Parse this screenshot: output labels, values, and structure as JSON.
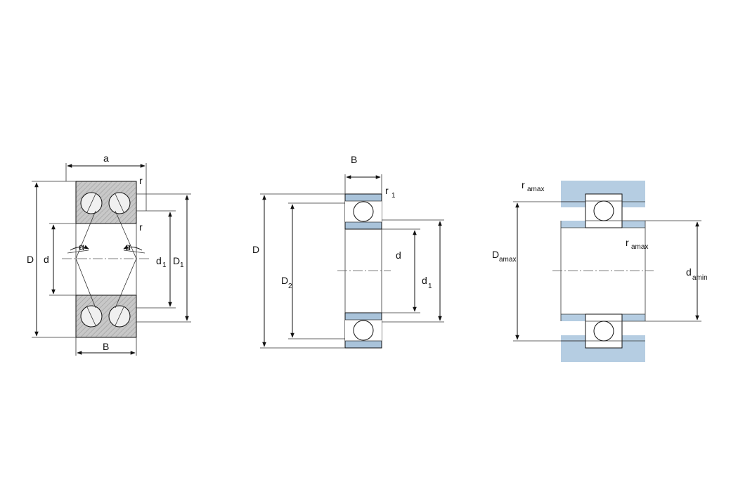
{
  "figure1": {
    "a": "a",
    "r_top": "r",
    "r_mid": "r",
    "alpha_left": "α",
    "alpha_right": "α",
    "D": "D",
    "d": "d",
    "d1": "d",
    "d1_sub": "1",
    "D1": "D",
    "D1_sub": "1",
    "B": "B"
  },
  "figure2": {
    "B": "B",
    "r1": "r",
    "r1_sub": "1",
    "D": "D",
    "D2": "D",
    "D2_sub": "2",
    "d": "d",
    "d1": "d",
    "d1_sub": "1"
  },
  "figure3": {
    "ramax_top": "r",
    "ramax_top_sub": "amax",
    "ramax_mid": "r",
    "ramax_mid_sub": "amax",
    "Damax": "D",
    "Damax_sub": "amax",
    "damin": "d",
    "damin_sub": "amin"
  },
  "colors": {
    "housing_blue": "#b5cde2",
    "ring_blue": "#a9c3da",
    "ring_grey": "#bdbdbd"
  }
}
